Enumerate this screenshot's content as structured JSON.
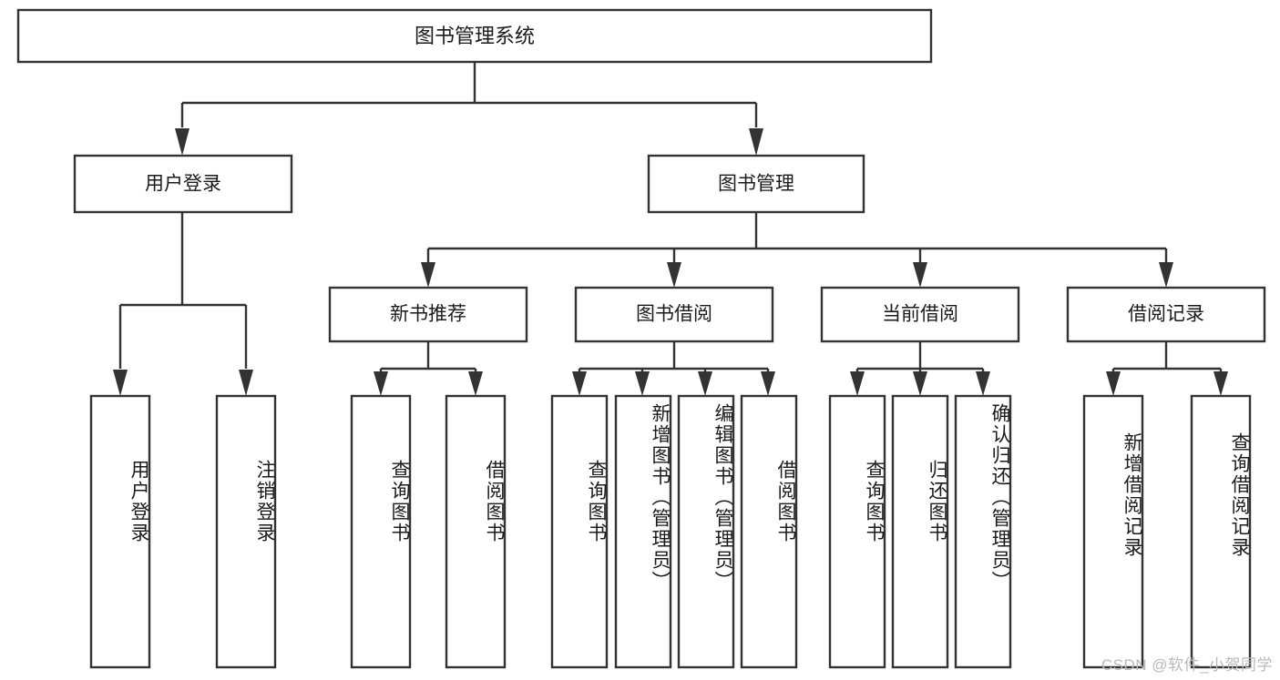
{
  "diagram": {
    "title_node": {
      "label": "图书管理系统"
    },
    "level2": [
      {
        "id": "user-login",
        "label": "用户登录"
      },
      {
        "id": "book-management",
        "label": "图书管理"
      }
    ],
    "level3": [
      {
        "id": "new-book-recommend",
        "label": "新书推荐"
      },
      {
        "id": "book-borrow",
        "label": "图书借阅"
      },
      {
        "id": "current-borrow",
        "label": "当前借阅"
      },
      {
        "id": "borrow-record",
        "label": "借阅记录"
      }
    ],
    "leaves": [
      {
        "id": "leaf-user-login",
        "label": "用户登录",
        "parent": "user-login"
      },
      {
        "id": "leaf-logout-login",
        "label": "注销登录",
        "parent": "user-login"
      },
      {
        "id": "leaf-query-book-1",
        "label": "查询图书",
        "parent": "new-book-recommend"
      },
      {
        "id": "leaf-borrow-book-1",
        "label": "借阅图书",
        "parent": "new-book-recommend"
      },
      {
        "id": "leaf-query-book-2",
        "label": "查询图书",
        "parent": "book-borrow"
      },
      {
        "id": "leaf-add-book",
        "label": "新增图书（管理员）",
        "parent": "book-borrow"
      },
      {
        "id": "leaf-edit-book",
        "label": "编辑图书（管理员）",
        "parent": "book-borrow"
      },
      {
        "id": "leaf-borrow-book-2",
        "label": "借阅图书",
        "parent": "book-borrow"
      },
      {
        "id": "leaf-query-book-3",
        "label": "查询图书",
        "parent": "current-borrow"
      },
      {
        "id": "leaf-return-book",
        "label": "归还图书",
        "parent": "current-borrow"
      },
      {
        "id": "leaf-confirm-return",
        "label": "确认归还（管理员）",
        "parent": "current-borrow"
      },
      {
        "id": "leaf-add-borrow-record",
        "label": "新增借阅记录",
        "parent": "borrow-record"
      },
      {
        "id": "leaf-query-borrow-record",
        "label": "查询借阅记录",
        "parent": "borrow-record"
      }
    ],
    "colors": {
      "box_stroke": "#333333",
      "box_fill": "#ffffff",
      "text": "#1b1b1b",
      "watermark": "#b9b9b9",
      "background": "#ffffff"
    }
  },
  "watermark": {
    "text": "CSDN @软件_小贺同学"
  }
}
